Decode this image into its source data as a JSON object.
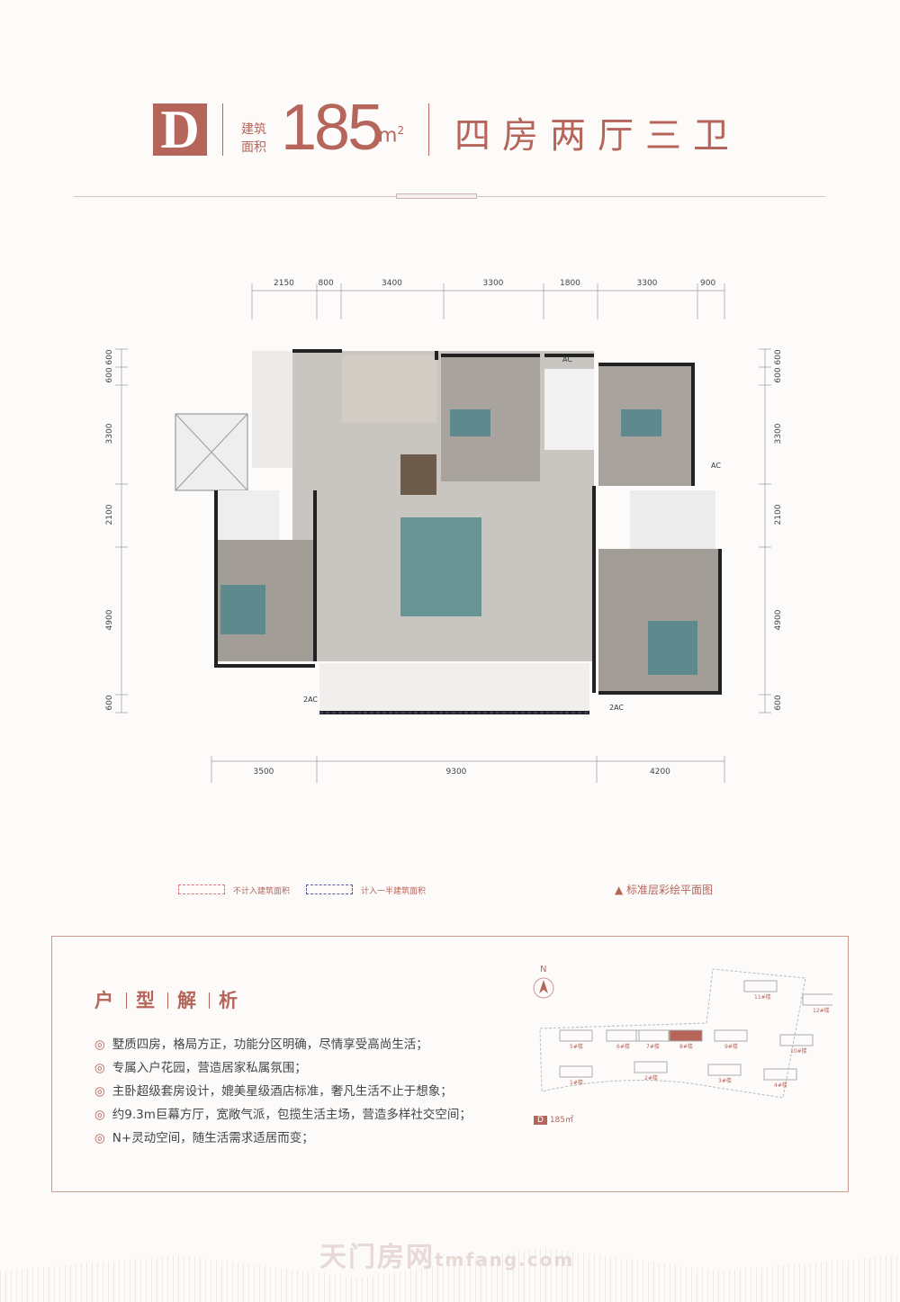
{
  "header": {
    "unit_letter": "D",
    "area_label_line1": "建筑",
    "area_label_line2": "面积",
    "area_value": "185",
    "area_unit": "m",
    "area_unit_sup": "2",
    "layout": "四房两厅三卫"
  },
  "plan": {
    "top_dims": [
      "2150",
      "800",
      "3400",
      "3300",
      "1800",
      "3300",
      "900"
    ],
    "bottom_dims": [
      "3500",
      "9300",
      "4200"
    ],
    "left_dims": [
      "600",
      "600",
      "3300",
      "2100",
      "4900",
      "600"
    ],
    "right_dims": [
      "600",
      "600",
      "3300",
      "2100",
      "4900",
      "600"
    ],
    "ac_labels": [
      "AC",
      "AC",
      "2AC",
      "2AC"
    ]
  },
  "legend": {
    "excluded": "不计入建筑面积",
    "half": "计入一半建筑面积",
    "caption": "▲ 标准层彩绘平面图",
    "excluded_color": "#d9737a",
    "half_color": "#5a5aa0"
  },
  "analysis": {
    "title": [
      "户",
      "型",
      "解",
      "析"
    ],
    "bullet": "◎",
    "features": [
      "墅质四房，格局方正，功能分区明确，尽情享受高尚生活；",
      "专属入户花园，营造居家私属氛围；",
      "主卧超级套房设计，媲美星级酒店标准，奢凡生活不止于想象；",
      "约9.3m巨幕方厅，宽敞气派，包揽生活主场，营造多样社交空间；",
      "N+灵动空间，随生活需求适居而变；"
    ]
  },
  "site": {
    "north": "N",
    "buildings": [
      "11#楼",
      "12#楼",
      "5#楼",
      "6#楼",
      "7#楼",
      "8#楼",
      "9#楼",
      "10#楼",
      "1#楼",
      "2#楼",
      "3#楼",
      "4#楼"
    ],
    "highlight": "8#楼",
    "unit_tag": "D",
    "unit_area": "185㎡"
  },
  "watermark": {
    "cn": "天门房网",
    "en": "tmfang.com"
  },
  "colors": {
    "accent": "#b5655a"
  }
}
